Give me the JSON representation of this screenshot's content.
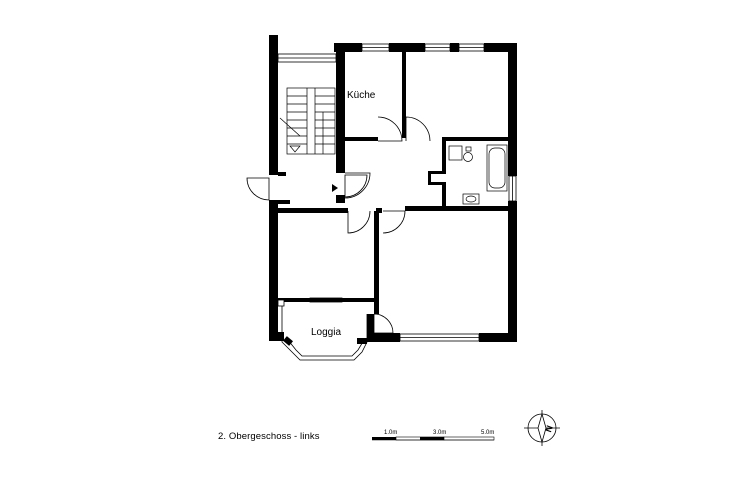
{
  "plan": {
    "rooms": {
      "kitchen": "Küche",
      "loggia": "Loggia"
    },
    "caption": "2. Obergeschoss - links",
    "scale": {
      "mark_1": "1.0m",
      "mark_3": "3.0m",
      "mark_5": "5.0m"
    },
    "north": "N"
  }
}
